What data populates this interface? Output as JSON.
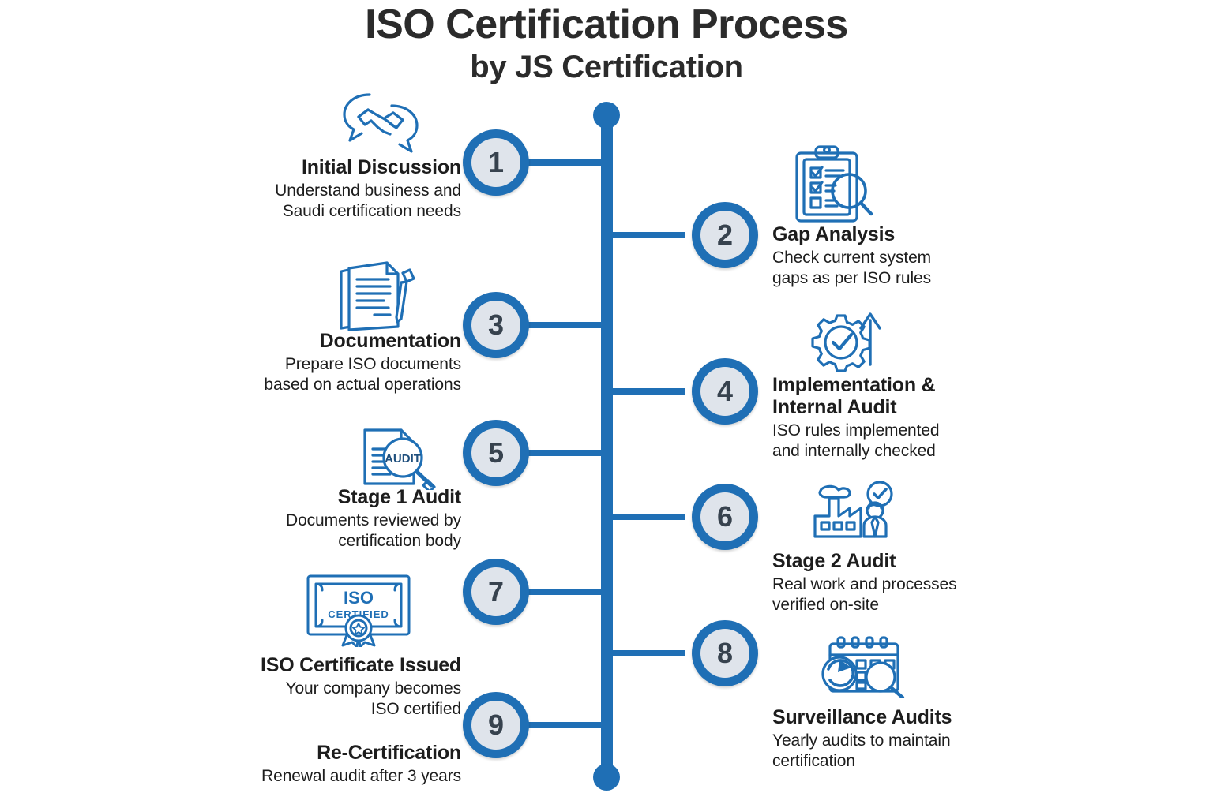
{
  "title": {
    "line1": "ISO Certification Process",
    "line2": "by JS Certification"
  },
  "colors": {
    "accent": "#1f6fb5",
    "badge_fill": "#dfe4eb",
    "badge_number": "#37424e",
    "text": "#1d1d1d",
    "icon_stroke": "#1f6fb5",
    "background": "#ffffff"
  },
  "steps": [
    {
      "number": "1",
      "side": "left",
      "title": "Initial Discussion",
      "desc": "Understand business and\nSaudi certification needs",
      "icon": "handshake-speech-bubble-icon"
    },
    {
      "number": "2",
      "side": "right",
      "title": "Gap Analysis",
      "desc": "Check current system\ngaps as per ISO rules",
      "icon": "clipboard-checklist-magnifier-icon"
    },
    {
      "number": "3",
      "side": "left",
      "title": "Documentation",
      "desc": "Prepare ISO documents\nbased on actual operations",
      "icon": "documents-pen-icon"
    },
    {
      "number": "4",
      "side": "right",
      "title": "Implementation &\nInternal Audit",
      "desc": "ISO rules implemented\nand internally checked",
      "icon": "gear-check-arrow-icon"
    },
    {
      "number": "5",
      "side": "left",
      "title": "Stage 1 Audit",
      "desc": "Documents reviewed by\ncertification body",
      "icon": "document-audit-magnifier-icon",
      "icon_label": "AUDIT"
    },
    {
      "number": "6",
      "side": "right",
      "title": "Stage 2 Audit",
      "desc": "Real work and processes\nverified on-site",
      "icon": "factory-inspector-check-icon"
    },
    {
      "number": "7",
      "side": "left",
      "title": "ISO Certificate Issued",
      "desc": "Your company becomes\nISO certified",
      "icon": "iso-certified-badge-icon",
      "icon_label_1": "ISO",
      "icon_label_2": "CERTIFIED"
    },
    {
      "number": "8",
      "side": "right",
      "title": "Surveillance Audits",
      "desc": "Yearly audits to maintain\ncertification",
      "icon": "calendar-refresh-magnifier-icon"
    },
    {
      "number": "9",
      "side": "left",
      "title": "Re-Certification",
      "desc": "Renewal audit after 3 years",
      "icon": "none"
    }
  ]
}
